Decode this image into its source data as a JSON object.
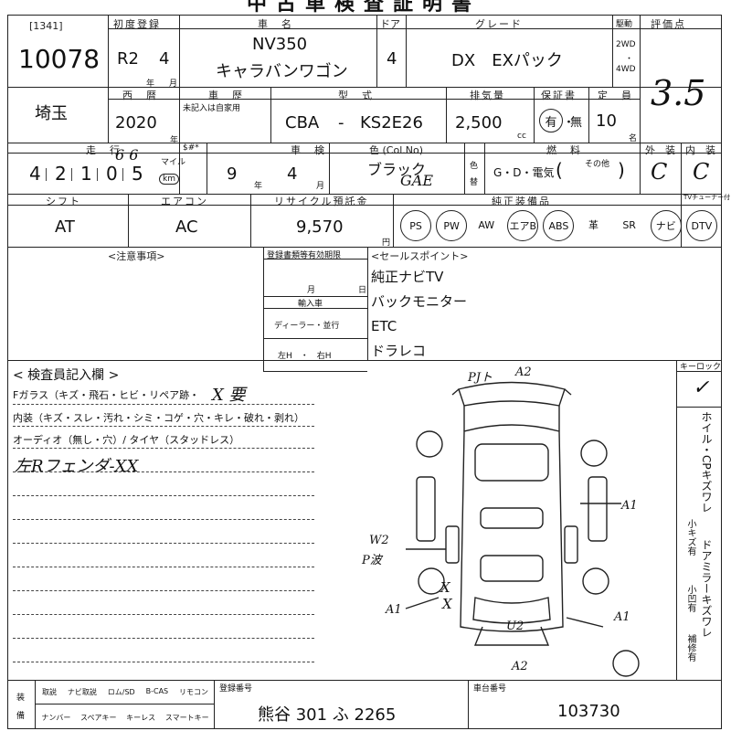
{
  "title": "中古車検査証明書",
  "header": {
    "lot_prefix": "[1341]",
    "lot_number": "10078",
    "first_reg_label": "初度登録",
    "first_reg_era": "R2",
    "first_reg_month": "4",
    "year_unit": "年",
    "month_unit": "月",
    "car_name_label": "車　名",
    "car_name_1": "NV350",
    "car_name_2": "キャラバンワゴン",
    "door_label": "ドア",
    "doors": "4",
    "grade_label": "グレード",
    "grade": "DX　EXパック",
    "drive_label": "駆動",
    "drive_2wd": "2WD",
    "drive_4wd": "4WD",
    "score_label": "評価点",
    "score": "3.5"
  },
  "row2": {
    "region": "埼玉",
    "year_label": "西　暦",
    "year": "2020",
    "year_unit": "年",
    "history_label": "車　歴",
    "history_note": "未記入は自家用",
    "model_label": "型　式",
    "model_prefix": "CBA",
    "model_dash": "-",
    "model_code": "KS2E26",
    "cc_label": "排気量",
    "cc": "2,500",
    "cc_unit": "cc",
    "warranty_label": "保証書",
    "warranty_yes": "有",
    "warranty_no": "無",
    "capacity_label": "定　員",
    "capacity": "10",
    "capacity_unit": "名"
  },
  "row3": {
    "mileage_label": "走　行",
    "mileage_digits": [
      "4",
      "2",
      "1",
      "0",
      "5"
    ],
    "mileage_correction": "6 6",
    "mileage_unit_mile": "マイル",
    "mileage_unit_km": "km",
    "dollar_label": "$#*",
    "inspection_label": "車　検",
    "inspection_year": "9",
    "inspection_month": "4",
    "inspection_year_unit": "年",
    "inspection_month_unit": "月",
    "color_label": "色 (Col.No)",
    "color_name": "ブラック",
    "color_code": "GAE",
    "color_change_1": "色",
    "color_change_2": "替",
    "fuel_label": "燃　料",
    "fuel_options": "G・D・電気",
    "fuel_other": "その他",
    "exterior_label": "外　装",
    "exterior": "C",
    "interior_label": "内　装",
    "interior": "C"
  },
  "row4": {
    "shift_label": "シフト",
    "shift": "AT",
    "ac_label": "エアコン",
    "ac": "AC",
    "recycle_label": "リサイクル預託金",
    "recycle": "9,570",
    "recycle_unit": "円",
    "equipment_label": "純正装備品",
    "tuner_label": "TVチューナー付",
    "equipment": [
      "PS",
      "PW",
      "AW",
      "エアB",
      "ABS",
      "革",
      "SR",
      "ナビ",
      "DTV"
    ],
    "equipment_circled": [
      true,
      true,
      false,
      true,
      true,
      false,
      false,
      true,
      true
    ]
  },
  "notes": {
    "notes_label": "<注意事項>",
    "doc_deadline_label": "登録書類等有効期限",
    "doc_month": "月",
    "doc_day": "日",
    "import_label": "輸入車",
    "dealer_label": "ディーラー・並行",
    "steering_label": "左H　・　右H",
    "sales_label": "<セールスポイント>",
    "sales_points": [
      "純正ナビTV",
      "バックモニター",
      "ETC",
      "ドラレコ"
    ]
  },
  "inspector": {
    "title": "< 検査員記入欄 >",
    "lines": [
      "Fガラス（キズ・飛石・ヒビ・リペア跡・",
      "内装（キズ・スレ・汚れ・シミ・コゲ・穴・キレ・破れ・剥れ）",
      "オーディオ（無し・穴）/ タイヤ（スタッドレス）"
    ],
    "glass_mark": "X 要",
    "handwritten": "左Rフェンダ-XX",
    "keylock_label": "キーロック"
  },
  "diagram": {
    "labels": [
      "PJト",
      "A2",
      "A1",
      "W2",
      "P波",
      "A1",
      "X",
      "X",
      "U2",
      "A1",
      "A2"
    ]
  },
  "legend_side": {
    "line1": "ホイル・CP",
    "line2": "キズ",
    "line3": "ワレ",
    "line4": "ドアミラー",
    "line5": "キズ",
    "line6": "ワレ",
    "small1": "小キズ有",
    "small2": "小凹有",
    "small3": "補修有"
  },
  "footer": {
    "label_a": "装",
    "label_b": "備",
    "items_top": [
      "取説",
      "ナビ取説",
      "ロム/SD",
      "B-CAS",
      "リモコン"
    ],
    "items_bottom": [
      "ナンバー",
      "スペアキー",
      "キーレス",
      "スマートキー"
    ],
    "reg_label": "登録番号",
    "reg_number": "熊谷 301 ふ 2265",
    "chassis_label": "車台番号",
    "chassis_number": "103730"
  }
}
